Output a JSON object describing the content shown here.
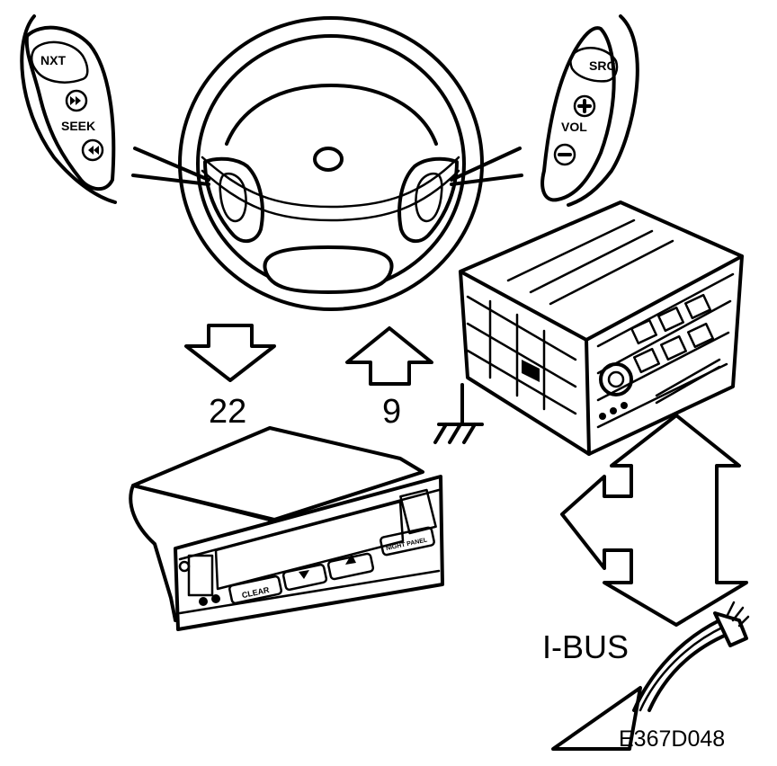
{
  "left_switch": {
    "top_label": "NXT",
    "mid_label": "SEEK"
  },
  "right_switch": {
    "top_label": "SRC",
    "mid_label": "VOL"
  },
  "arrow_down": {
    "label": "22"
  },
  "arrow_up": {
    "label": "9"
  },
  "display_unit": {
    "button_clear": "CLEAR",
    "button_right": "NIGHT PANEL"
  },
  "bus": {
    "label": "I-BUS"
  },
  "figure": {
    "code": "E367D048"
  },
  "colors": {
    "ink": "#000000",
    "paper": "#ffffff"
  },
  "icons": [
    "fast-forward-icon",
    "rewind-icon",
    "plus-icon",
    "minus-icon",
    "ground-symbol-icon",
    "arrow-down-icon",
    "arrow-up-icon",
    "double-arrow-icon"
  ]
}
